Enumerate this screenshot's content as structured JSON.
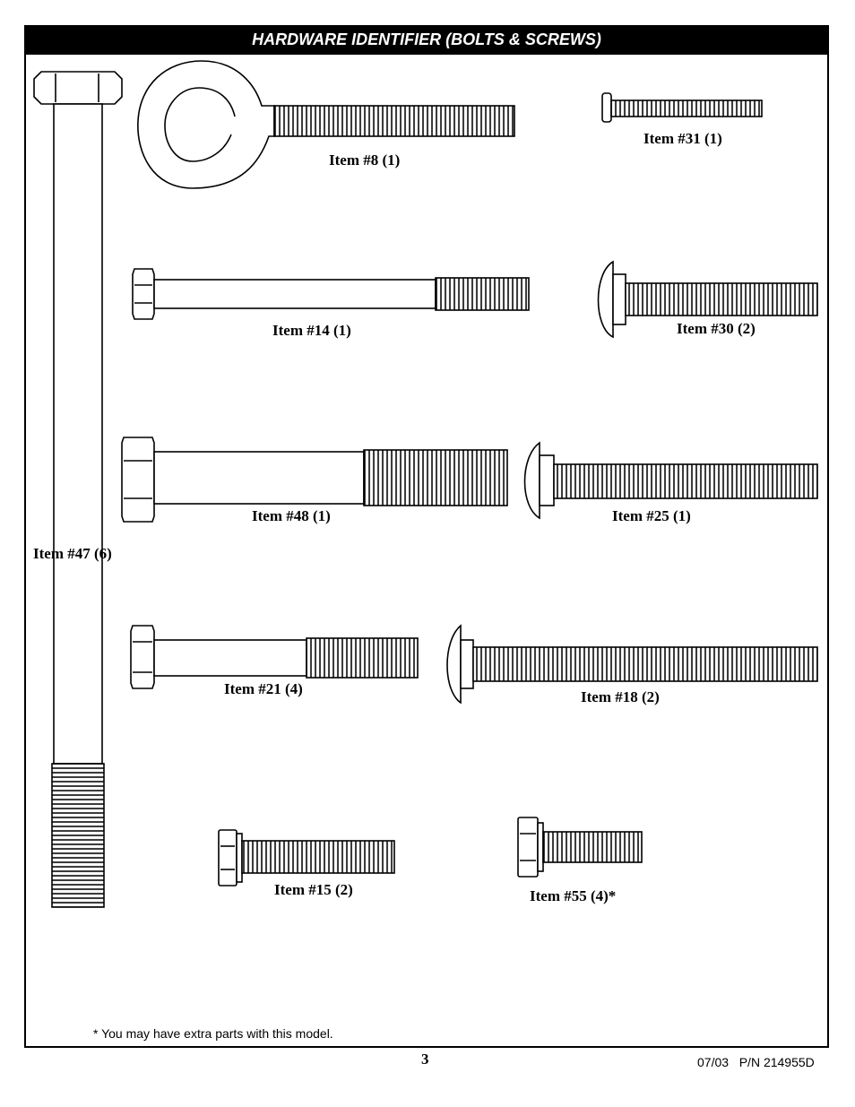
{
  "header": {
    "title": "HARDWARE IDENTIFIER (BOLTS & SCREWS)"
  },
  "items": {
    "item8": "Item #8 (1)",
    "item31": "Item #31 (1)",
    "item14": "Item #14 (1)",
    "item30": "Item #30 (2)",
    "item48": "Item #48 (1)",
    "item25": "Item #25 (1)",
    "item47": "Item #47 (6)",
    "item21": "Item #21 (4)",
    "item18": "Item #18 (2)",
    "item15": "Item #15 (2)",
    "item55": "Item #55 (4)*"
  },
  "note": "* You may have extra parts with this model.",
  "page_number": "3",
  "footer": {
    "date": "07/03",
    "part_number": "P/N 214955D"
  }
}
